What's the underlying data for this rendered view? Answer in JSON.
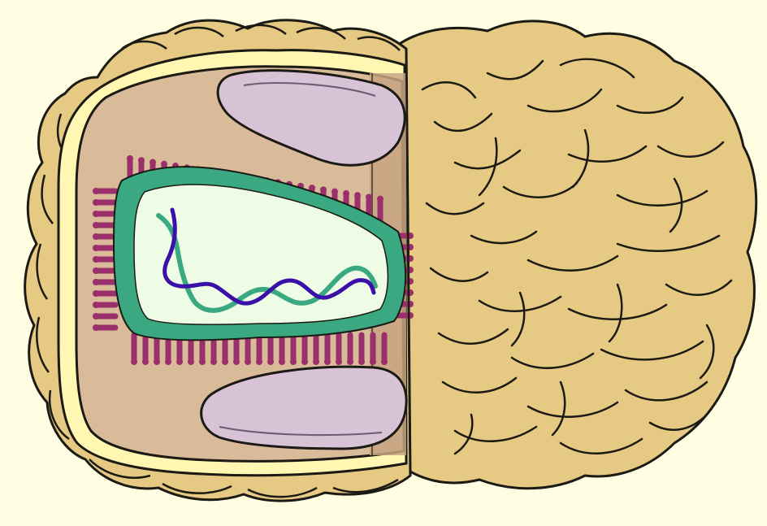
{
  "diagram": {
    "description_text": "",
    "colors": {
      "background": "#fffde2",
      "outer_wrapping": "#e6c982",
      "outline": "#1b1a14",
      "outer_coat_rim": "#fff7b2",
      "inner_core": "#d9bb9a",
      "lateral_bodies": "#d8c3d6",
      "capsid_core": "#eefbe5",
      "membrane_band": "#3aa981",
      "spikes": "#9b2f6b",
      "dna_strand_1": "#3b10a8",
      "dna_strand_2": "#3aa981"
    },
    "icons": {
      "outer_wrapping": "lumpy-outer-membrane-shape",
      "cross_section": "cut-away-core-view",
      "lateral_body": "lateral-body-shape",
      "spikes": "membrane-spike-shape",
      "dna": "double-strand-dna-shape"
    }
  }
}
